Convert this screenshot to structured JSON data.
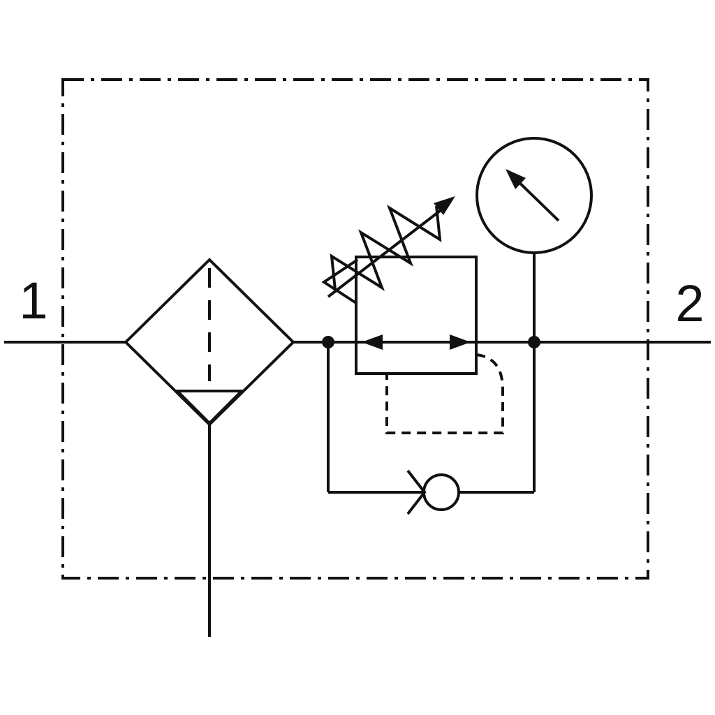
{
  "diagram": {
    "kind": "pneumatic-circuit-schematic",
    "description": "Filter regulator service unit symbol with pressure gauge and bypass check valve",
    "colors": {
      "line": "#111111",
      "background": "#ffffff"
    },
    "ports": {
      "inlet_label": "1",
      "outlet_label": "2"
    },
    "components": [
      "assembly-boundary",
      "main-flow-line",
      "filter-water-separator",
      "condensate-drain",
      "pressure-regulator",
      "adjustment-spring",
      "pilot-feedback-line",
      "pressure-gauge",
      "bypass-check-valve"
    ]
  }
}
